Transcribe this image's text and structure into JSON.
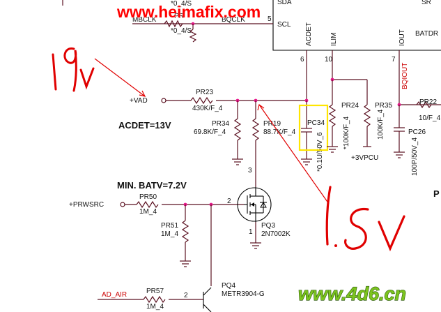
{
  "watermark_top": "www.heimafix.com",
  "watermark_bottom": "www.4d6.cn",
  "ic": {
    "pins_top": [
      "SDA",
      "SR"
    ],
    "scl_pin": "SCL",
    "acdet_pin": "ACDET",
    "ilim_pin": "ILIM",
    "iout_pin": "IOUT",
    "batdr_pin": "BATDR",
    "pin6": "6",
    "pin10": "10",
    "pin7": "7",
    "pin5": "5"
  },
  "top_labels": {
    "r_top1": "*0_4/S",
    "r_top2": "*0_4/S",
    "mbclk": "MBCLK",
    "bqclk": "BQCLK",
    "pr_frag": "PR"
  },
  "nets": {
    "vad": "+VAD",
    "prwsrc": "+PRWSRC",
    "ad_air": "AD_AIR",
    "vpcu": "+3VPCU",
    "bqiout": "BQIOUT"
  },
  "components": {
    "pr23": {
      "ref": "PR23",
      "value": "430K/F_4"
    },
    "pr34": {
      "ref": "PR34",
      "value": "69.8K/F_4"
    },
    "pr19": {
      "ref": "PR19",
      "value": "88.7K/F_4"
    },
    "pc34": {
      "ref": "PC34",
      "value": "*0.1U/50V_6"
    },
    "pr24": {
      "ref": "PR24",
      "value": "*100K/F_4"
    },
    "pr35": {
      "ref": "PR35",
      "value": "100K/F_4"
    },
    "pr22": {
      "ref": "PR22",
      "value": "10/F_4"
    },
    "pc26": {
      "ref": "PC26",
      "value": "100P/50V_4"
    },
    "pr50": {
      "ref": "PR50",
      "value": "1M_4"
    },
    "pr51": {
      "ref": "PR51",
      "value": "1M_4"
    },
    "pq3": {
      "ref": "PQ3",
      "value": "2N7002K",
      "pin_g": "2",
      "pin_d": "3",
      "pin_s": "1"
    },
    "pr57": {
      "ref": "PR57",
      "value": "1M_4",
      "pin": "2"
    },
    "pq4": {
      "ref": "PQ4",
      "value": "METR3904-G"
    }
  },
  "notes": {
    "acdet": "ACDET=13V",
    "batv": "MIN. BATV=7.2V",
    "right_p": "P"
  },
  "handwriting": {
    "h19v": "19v",
    "h15v": "1.5V"
  },
  "colors": {
    "wire": "#5a1020",
    "junction": "#e8188c",
    "annotation": "#e00000",
    "highlight": "#ffe600",
    "watermark_top": "#ff0000",
    "watermark_bottom": "#7cc41f"
  }
}
